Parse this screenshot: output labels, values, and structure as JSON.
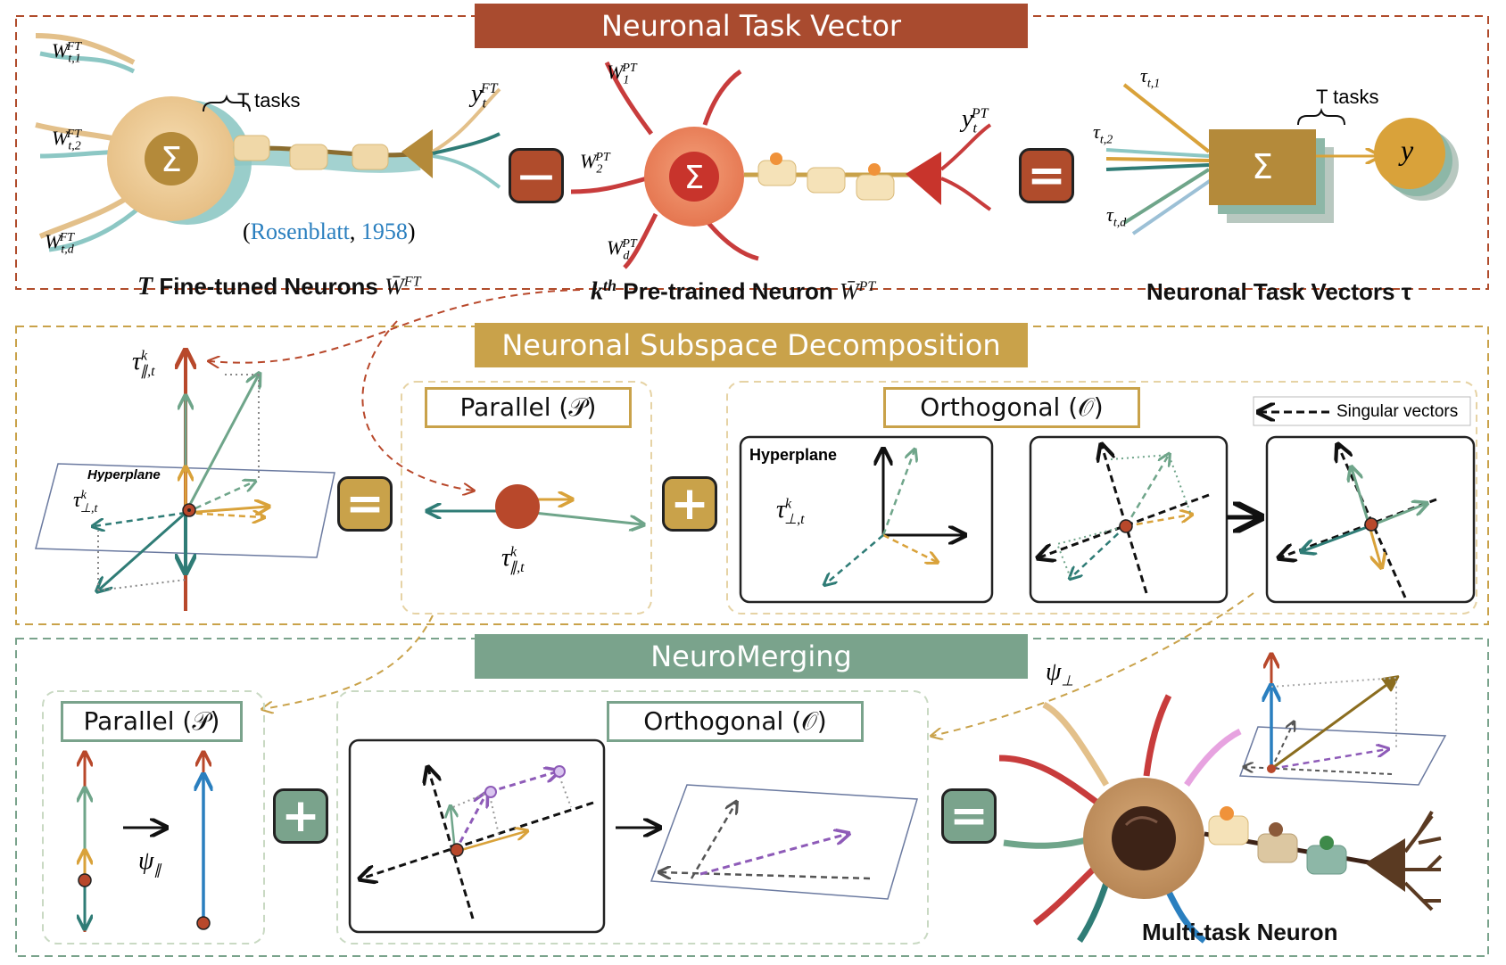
{
  "colors": {
    "section1": "#b04c2c",
    "section2": "#c9a24a",
    "section3": "#7aa38c",
    "teal": "#2f7c76",
    "orange": "#d9a23a",
    "red": "#b8482b",
    "blue": "#2a7fbf",
    "purple": "#8e5bb8"
  },
  "sections": {
    "task_vector": {
      "banner": "Neuronal Task Vector",
      "finetuned": {
        "inputs": [
          "W_{t,1}^{FT}",
          "W_{t,2}^{FT}",
          "W_{t,d}^{FT}"
        ],
        "output": "y_t^{FT}",
        "tasks_label": "T tasks",
        "citation_author": "Rosenblatt",
        "citation_year": "1958",
        "caption_prefix": "T",
        "caption": "Fine-tuned Neurons",
        "caption_sym": "W̄",
        "caption_sup": "FT"
      },
      "minus_op": "—",
      "pretrained": {
        "inputs": [
          "W_1^{PT}",
          "W_2^{PT}",
          "W_d^{PT}"
        ],
        "output": "y_t^{PT}",
        "caption_prefix": "k",
        "caption_prefix_sup": "th",
        "caption": "Pre-trained Neuron",
        "caption_sym": "W̄",
        "caption_sup": "PT"
      },
      "equals_op": "=",
      "vectors": {
        "inputs": [
          "τ_{t,1}",
          "τ_{t,2}",
          "τ_{t,d}"
        ],
        "tasks_label": "T tasks",
        "sum_symbol": "Σ",
        "output": "y",
        "caption": "Neuronal Task Vectors τ"
      }
    },
    "decomposition": {
      "banner": "Neuronal Subspace Decomposition",
      "left_label_top": "τ",
      "left_label_top_sup": "k",
      "left_label_top_sub": "∥,t",
      "hyperplane": "Hyperplane",
      "left_label_perp": "τ",
      "left_label_perp_sup": "k",
      "left_label_perp_sub": "⊥,t",
      "equals_op": "=",
      "parallel_title": "Parallel (𝒫)",
      "parallel_label": "τ",
      "parallel_label_sup": "k",
      "parallel_label_sub": "∥,t",
      "plus_op": "+",
      "orthogonal_title": "Orthogonal (𝒪)",
      "legend": "Singular vectors",
      "ortho_hyperplane": "Hyperplane",
      "ortho_label": "τ",
      "ortho_label_sup": "k",
      "ortho_label_sub": "⊥,t"
    },
    "merging": {
      "banner": "NeuroMerging",
      "parallel_title": "Parallel (𝒫)",
      "psi_parallel": "ψ",
      "psi_parallel_sub": "∥",
      "plus_op": "+",
      "orthogonal_title": "Orthogonal (𝒪)",
      "equals_op": "=",
      "psi_perp": "ψ",
      "psi_perp_sub": "⊥",
      "caption": "Multi-task Neuron"
    }
  }
}
